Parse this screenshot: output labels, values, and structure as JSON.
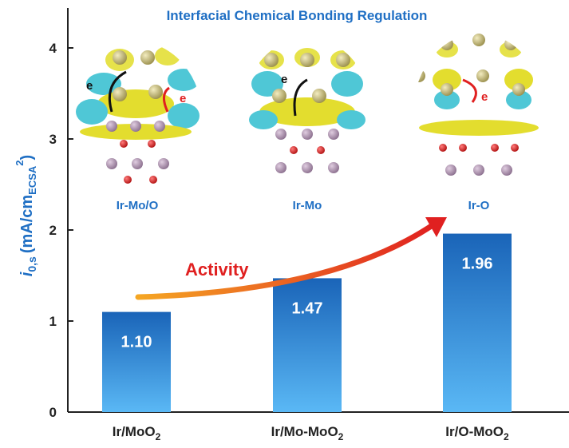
{
  "chart_data": {
    "type": "bar",
    "title": "Interfacial Chemical Bonding Regulation",
    "categories": [
      {
        "main": "Ir/MoO",
        "sub": "2"
      },
      {
        "main": "Ir/Mo-MoO",
        "sub": "2"
      },
      {
        "main": "Ir/O-MoO",
        "sub": "2"
      }
    ],
    "values": [
      1.1,
      1.47,
      1.96
    ],
    "value_labels": [
      "1.10",
      "1.47",
      "1.96"
    ],
    "ylabel": {
      "italic": "i",
      "sub": "0,s",
      "unit": "(mA/cm",
      "unit_sub": "ECSA",
      "unit_sup": "2",
      "close": ")"
    },
    "ylim": [
      0,
      4.4
    ],
    "yticks": [
      "0",
      "1",
      "2",
      "3",
      "4"
    ],
    "grid": false,
    "bar_gradient": [
      "#1a64b8",
      "#5ab8f5"
    ],
    "annotation": "Activity",
    "panel_labels": [
      "Ir-Mo/O",
      "Ir-Mo",
      "Ir-O"
    ],
    "electron_label": "e",
    "colors": {
      "title": "#1f6fc4",
      "annotation": "#e02020",
      "arrow_start": "#f5a623",
      "arrow_end": "#e02020"
    }
  }
}
